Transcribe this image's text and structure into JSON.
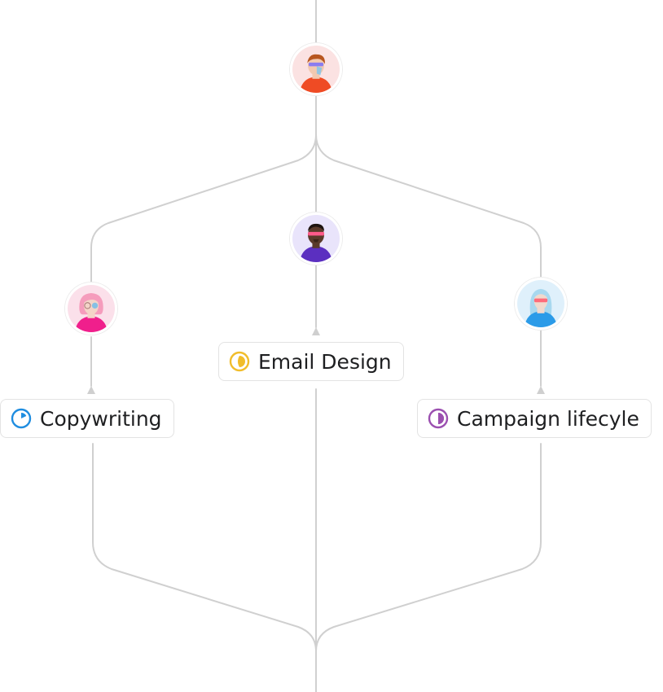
{
  "people": {
    "top": {
      "name_icon": "avatar-red-top",
      "bg": "#fbe2e2",
      "hair": "#b8561f",
      "skin": "#f2c9b0",
      "shirt": "#ef4b24",
      "mask": "#8a7cf0"
    },
    "middle": {
      "name_icon": "avatar-purple-middle",
      "bg": "#e9e4fb",
      "hair": "#1e1410",
      "skin": "#5a3a2a",
      "shirt": "#5b2fc0",
      "mask": "#ff5a8a"
    },
    "left": {
      "name_icon": "avatar-pink-left",
      "bg": "#fbe0ea",
      "hair": "#f59cbc",
      "skin": "#f4d4c8",
      "shirt": "#f01f8c",
      "mask": "#59b8f0"
    },
    "right": {
      "name_icon": "avatar-blue-right",
      "bg": "#dff0fb",
      "hair": "#a8d8ef",
      "skin": "#f1d9cd",
      "shirt": "#2b9be8",
      "mask": "#ff6b7a"
    }
  },
  "tasks": {
    "copywriting": {
      "label": "Copywriting",
      "icon": "progress-quarter-icon",
      "color": "#1f8de0"
    },
    "email_design": {
      "label": "Email Design",
      "icon": "progress-half-icon",
      "color": "#f1bd2b"
    },
    "campaign": {
      "label": "Campaign lifecyle",
      "icon": "progress-half-icon",
      "color": "#9b4fb0"
    }
  },
  "colors": {
    "connector": "#d0d0d0",
    "arrow": "#cfcfcf"
  }
}
